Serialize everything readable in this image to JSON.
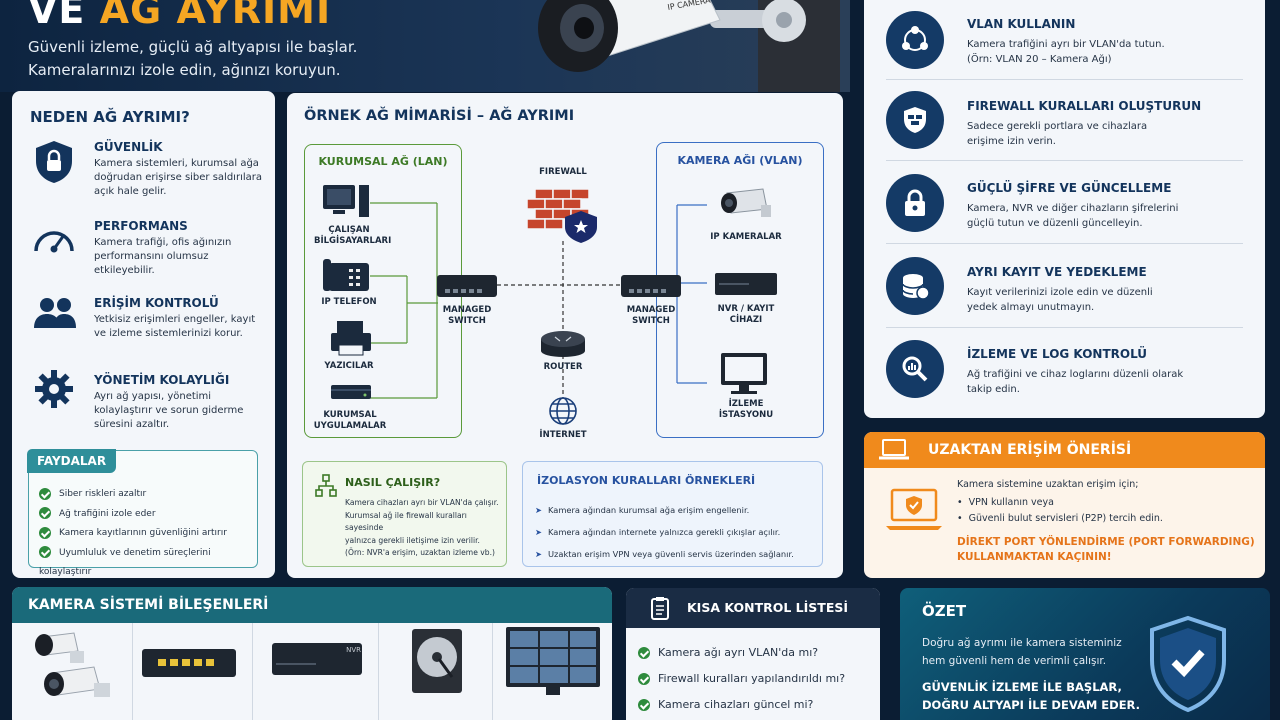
{
  "hero": {
    "title_part1": "VE ",
    "title_part2": "AĞ AYRIMI",
    "subtitle_line1": "Güvenli izleme, güçlü ağ altyapısı ile başlar.",
    "subtitle_line2": "Kameralarınızı izole edin, ağınızı koruyun.",
    "camera_text": "IP CAMERA"
  },
  "why": {
    "title": "NEDEN AĞ AYRIMI?",
    "items": [
      {
        "icon": "lock-icon",
        "title": "GÜVENLİK",
        "text": "Kamera sistemleri, kurumsal ağa doğrudan erişirse siber saldırılara açık hale gelir."
      },
      {
        "icon": "gauge-icon",
        "title": "PERFORMANS",
        "text": "Kamera trafiği, ofis ağınızın performansını olumsuz etkileyebilir."
      },
      {
        "icon": "users-icon",
        "title": "ERİŞİM KONTROLÜ",
        "text": "Yetkisiz erişimleri engeller, kayıt ve izleme sistemlerinizi korur."
      },
      {
        "icon": "gear-icon",
        "title": "YÖNETİM KOLAYLIĞI",
        "text": "Ayrı ağ yapısı, yönetimi kolaylaştırır ve sorun giderme süresini azaltır."
      }
    ],
    "benefits_title": "FAYDALAR",
    "benefits": [
      "Siber riskleri azaltır",
      "Ağ trafiğini izole eder",
      "Kamera kayıtlarının güvenliğini artırır",
      "Uyumluluk ve denetim süreçlerini kolaylaştırır"
    ]
  },
  "arch": {
    "title": "ÖRNEK AĞ MİMARİSİ – AĞ AYRIMI",
    "lan_title": "KURUMSAL AĞ (LAN)",
    "lan_items": [
      "ÇALIŞAN BİLGİSAYARLARI",
      "IP TELEFON",
      "YAZICILAR",
      "KURUMSAL UYGULAMALAR"
    ],
    "switch_left": "MANAGED SWITCH",
    "firewall": "FIREWALL",
    "router": "ROUTER",
    "internet": "İNTERNET",
    "switch_right": "MANAGED SWITCH",
    "cam_title": "KAMERA AĞI (VLAN)",
    "cam_items": [
      "IP KAMERALAR",
      "NVR / KAYIT CİHAZI",
      "İZLEME İSTASYONU"
    ],
    "how_title": "NASIL ÇALIŞIR?",
    "how_lines": [
      "Kamera cihazları ayrı bir VLAN'da çalışır.",
      "Kurumsal ağ ile firewall kuralları sayesinde",
      "yalnızca gerekli iletişime izin verilir.",
      "(Örn: NVR'a erişim, uzaktan izleme vb.)"
    ],
    "iso_title": "İZOLASYON KURALLARI ÖRNEKLERİ",
    "iso_rules": [
      "Kamera ağından kurumsal ağa erişim engellenir.",
      "Kamera ağından internete yalnızca gerekli çıkışlar açılır.",
      "Uzaktan erişim VPN veya güvenli servis üzerinden sağlanır."
    ]
  },
  "tips": [
    {
      "icon": "network-icon",
      "title": "VLAN KULLANIN",
      "lines": [
        "Kamera trafiğini ayrı bir VLAN'da tutun.",
        "(Örn: VLAN 20 – Kamera Ağı)"
      ]
    },
    {
      "icon": "firewall-icon",
      "title": "FIREWALL KURALLARI OLUŞTURUN",
      "lines": [
        "Sadece gerekli portlara ve cihazlara",
        "erişime izin verin."
      ]
    },
    {
      "icon": "lock-icon",
      "title": "GÜÇLÜ ŞİFRE VE GÜNCELLEME",
      "lines": [
        "Kamera, NVR ve diğer cihazların şifrelerini",
        "güçlü tutun ve düzenli güncelleyin."
      ]
    },
    {
      "icon": "database-icon",
      "title": "AYRI KAYIT VE YEDEKLEME",
      "lines": [
        "Kayıt verilerinizi izole edin ve düzenli",
        "yedek almayı unutmayın."
      ]
    },
    {
      "icon": "search-icon",
      "title": "İZLEME VE LOG KONTROLÜ",
      "lines": [
        "Ağ trafiğini ve cihaz loglarını düzenli olarak",
        "takip edin."
      ]
    }
  ],
  "remote": {
    "title": "UZAKTAN ERİŞİM ÖNERİSİ",
    "intro": "Kamera sistemine uzaktan erişim için;",
    "bullets": [
      "VPN kullanın veya",
      "Güvenli bulut servisleri (P2P) tercih edin."
    ],
    "warning_line1": "DİREKT PORT YÖNLENDİRME (PORT FORWARDING)",
    "warning_line2": "KULLANMAKTAN KAÇININ!"
  },
  "components": {
    "title": "KAMERA SİSTEMİ BİLEŞENLERİ",
    "nvr_text": "NVR"
  },
  "checklist": {
    "title": "KISA KONTROL LİSTESİ",
    "items": [
      "Kamera ağı ayrı VLAN'da mı?",
      "Firewall kuralları yapılandırıldı mı?",
      "Kamera cihazları güncel mi?"
    ]
  },
  "summary": {
    "title": "ÖZET",
    "line1": "Doğru ağ ayrımı ile kamera sisteminiz",
    "line2": "hem güvenli hem de verimli çalışır.",
    "bold1": "GÜVENLİK İZLEME İLE BAŞLAR,",
    "bold2": "DOĞRU ALTYAPI İLE DEVAM EDER."
  },
  "colors": {
    "navy": "#143a66",
    "orange": "#f08a1c",
    "green": "#2e8b3d",
    "lan_border": "#5a9a3a",
    "vlan_border": "#3a6fc4"
  }
}
